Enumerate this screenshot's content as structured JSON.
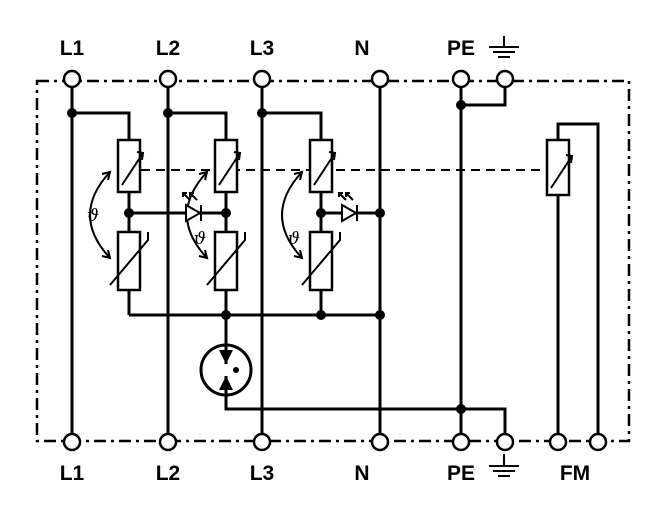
{
  "top_labels": {
    "l1": "L1",
    "l2": "L2",
    "l3": "L3",
    "n": "N",
    "pe": "PE"
  },
  "bottom_labels": {
    "l1": "L1",
    "l2": "L2",
    "l3": "L3",
    "n": "N",
    "pe": "PE",
    "fm": "FM"
  },
  "thermal_symbol": "ϑ",
  "icons": [
    "ground-icon",
    "terminal-icon",
    "varistor-icon",
    "thermal-disconnector-icon",
    "led-indicator-icon",
    "spark-gap-icon",
    "remote-signal-contact-icon"
  ]
}
